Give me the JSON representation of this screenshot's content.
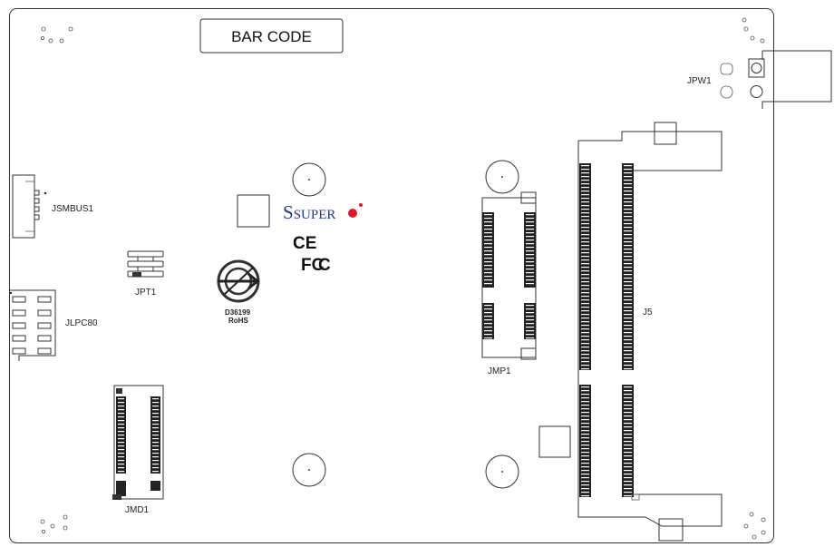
{
  "board": {
    "bar_code": "BAR CODE",
    "logo": {
      "brand_main": "SUPER",
      "dot_color": "#e0192a",
      "ink_color": "#233a8a"
    },
    "ce_mark": "CE",
    "fcc_mark": "FC",
    "rohs_code": "D36199",
    "rohs_label": "RoHS",
    "labels": {
      "jpw1": "JPW1",
      "jsmbus1": "JSMBUS1",
      "jpt1": "JPT1",
      "jlpc80": "JLPC80",
      "jmp1": "JMP1",
      "j5": "J5",
      "jmd1": "JMD1"
    }
  }
}
